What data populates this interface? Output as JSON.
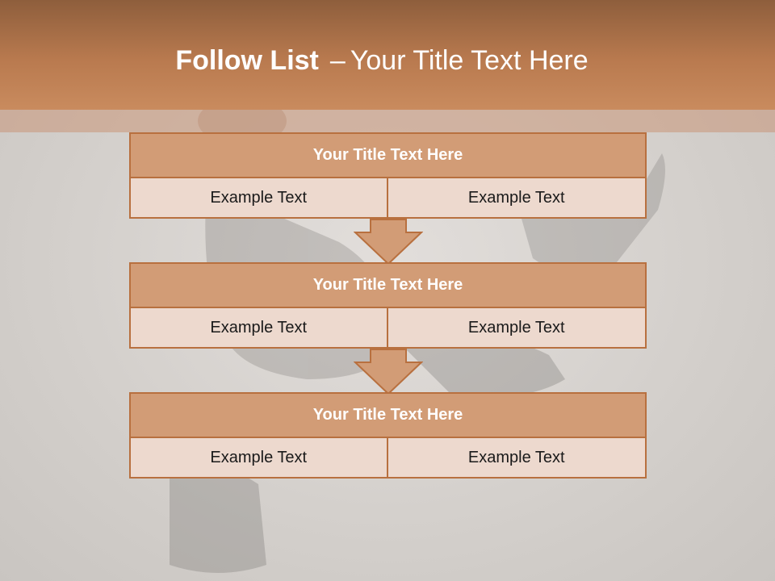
{
  "slide": {
    "title_bold": "Follow List",
    "title_dash": "–",
    "title_rest": "Your Title Text Here"
  },
  "colors": {
    "header_top": "#8e5e3c",
    "header_bottom": "#c98b5e",
    "box_title_fill": "#d29c76",
    "box_cell_fill": "#edd9ce",
    "box_border": "#b8703f",
    "arrow_fill": "#d29c76"
  },
  "steps": [
    {
      "title": "Your Title Text Here",
      "left": "Example Text",
      "right": "Example Text"
    },
    {
      "title": "Your Title Text Here",
      "left": "Example Text",
      "right": "Example Text"
    },
    {
      "title": "Your Title Text Here",
      "left": "Example Text",
      "right": "Example Text"
    }
  ]
}
